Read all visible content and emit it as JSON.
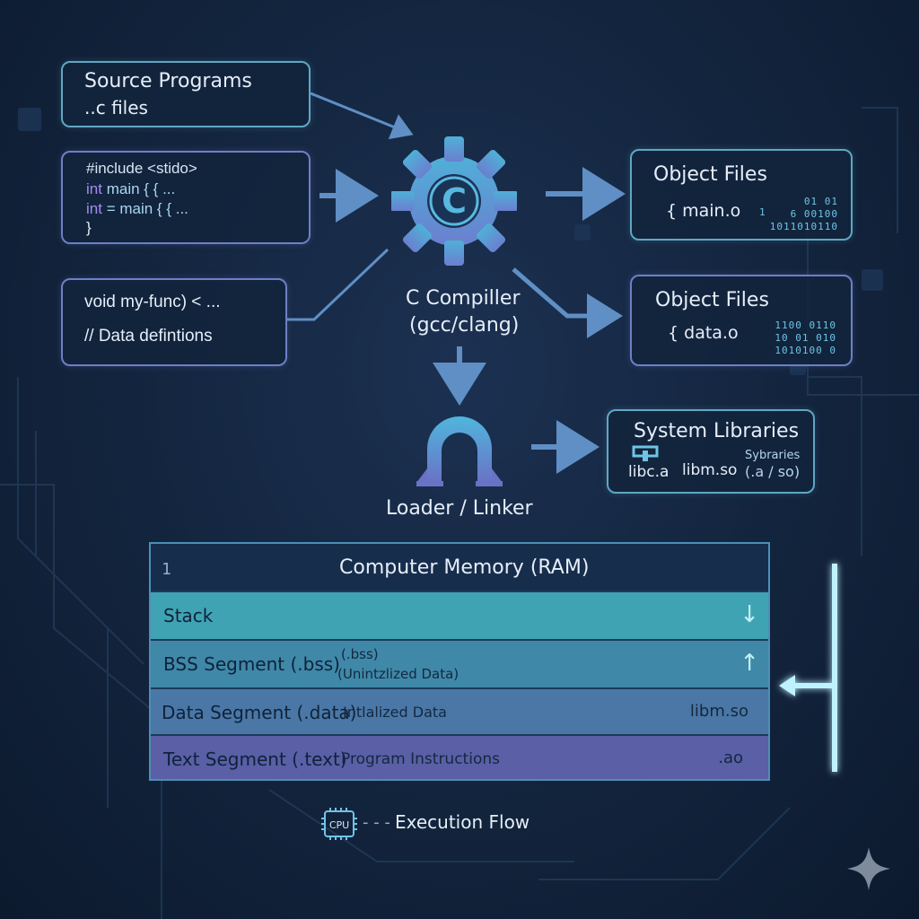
{
  "source": {
    "title": "Source Programs",
    "subtitle": "..c files",
    "code1": {
      "line1": "#include <stido>",
      "line2_kw": "int",
      "line2_rest": "main { { ...",
      "line3_kw": "int",
      "line3_rest": "= main { { ...",
      "line4": "}"
    },
    "code2": {
      "line1": "void my-func) < ...",
      "line2": "// Data defintions"
    }
  },
  "compiler": {
    "icon_letter": "C",
    "label_line1": "C Compiller",
    "label_line2": "(gcc/clang)"
  },
  "object_files": [
    {
      "title": "Object Files",
      "file": "{ main.o",
      "small": "1",
      "bits": [
        "01 01",
        "6  00100",
        "1011010110"
      ]
    },
    {
      "title": "Object Files",
      "file": "{ data.o",
      "bits": [
        "1100 0110",
        "10 01 010",
        "1010100 0"
      ]
    }
  ],
  "linker": {
    "label": "Loader / Linker"
  },
  "system_libraries": {
    "title": "System Libraries",
    "lib1": "libc.a",
    "lib2": "libm.so",
    "note1": "Sybraries",
    "note2": "(.a / so)"
  },
  "memory": {
    "index": "1",
    "title": "Computer Memory (RAM)",
    "rows": [
      {
        "label": "Stack",
        "arrow": "↓",
        "color": "#3fa3b3"
      },
      {
        "label": "BSS Segment (.bss)",
        "note1": "(.bss)",
        "note2": "(Unintzlized Data)",
        "arrow": "↑",
        "color": "#3f88a8"
      },
      {
        "label": "Data Segment (.data)",
        "note": "Intlalized Data",
        "right": "libm.so",
        "color": "#4a77a6"
      },
      {
        "label": "Text Segment (.text)",
        "note": "Program Instructions",
        "right": ".ao",
        "color": "#5a5fa6"
      }
    ]
  },
  "legend": {
    "cpu": "CPU",
    "label": "Execution Flow"
  }
}
